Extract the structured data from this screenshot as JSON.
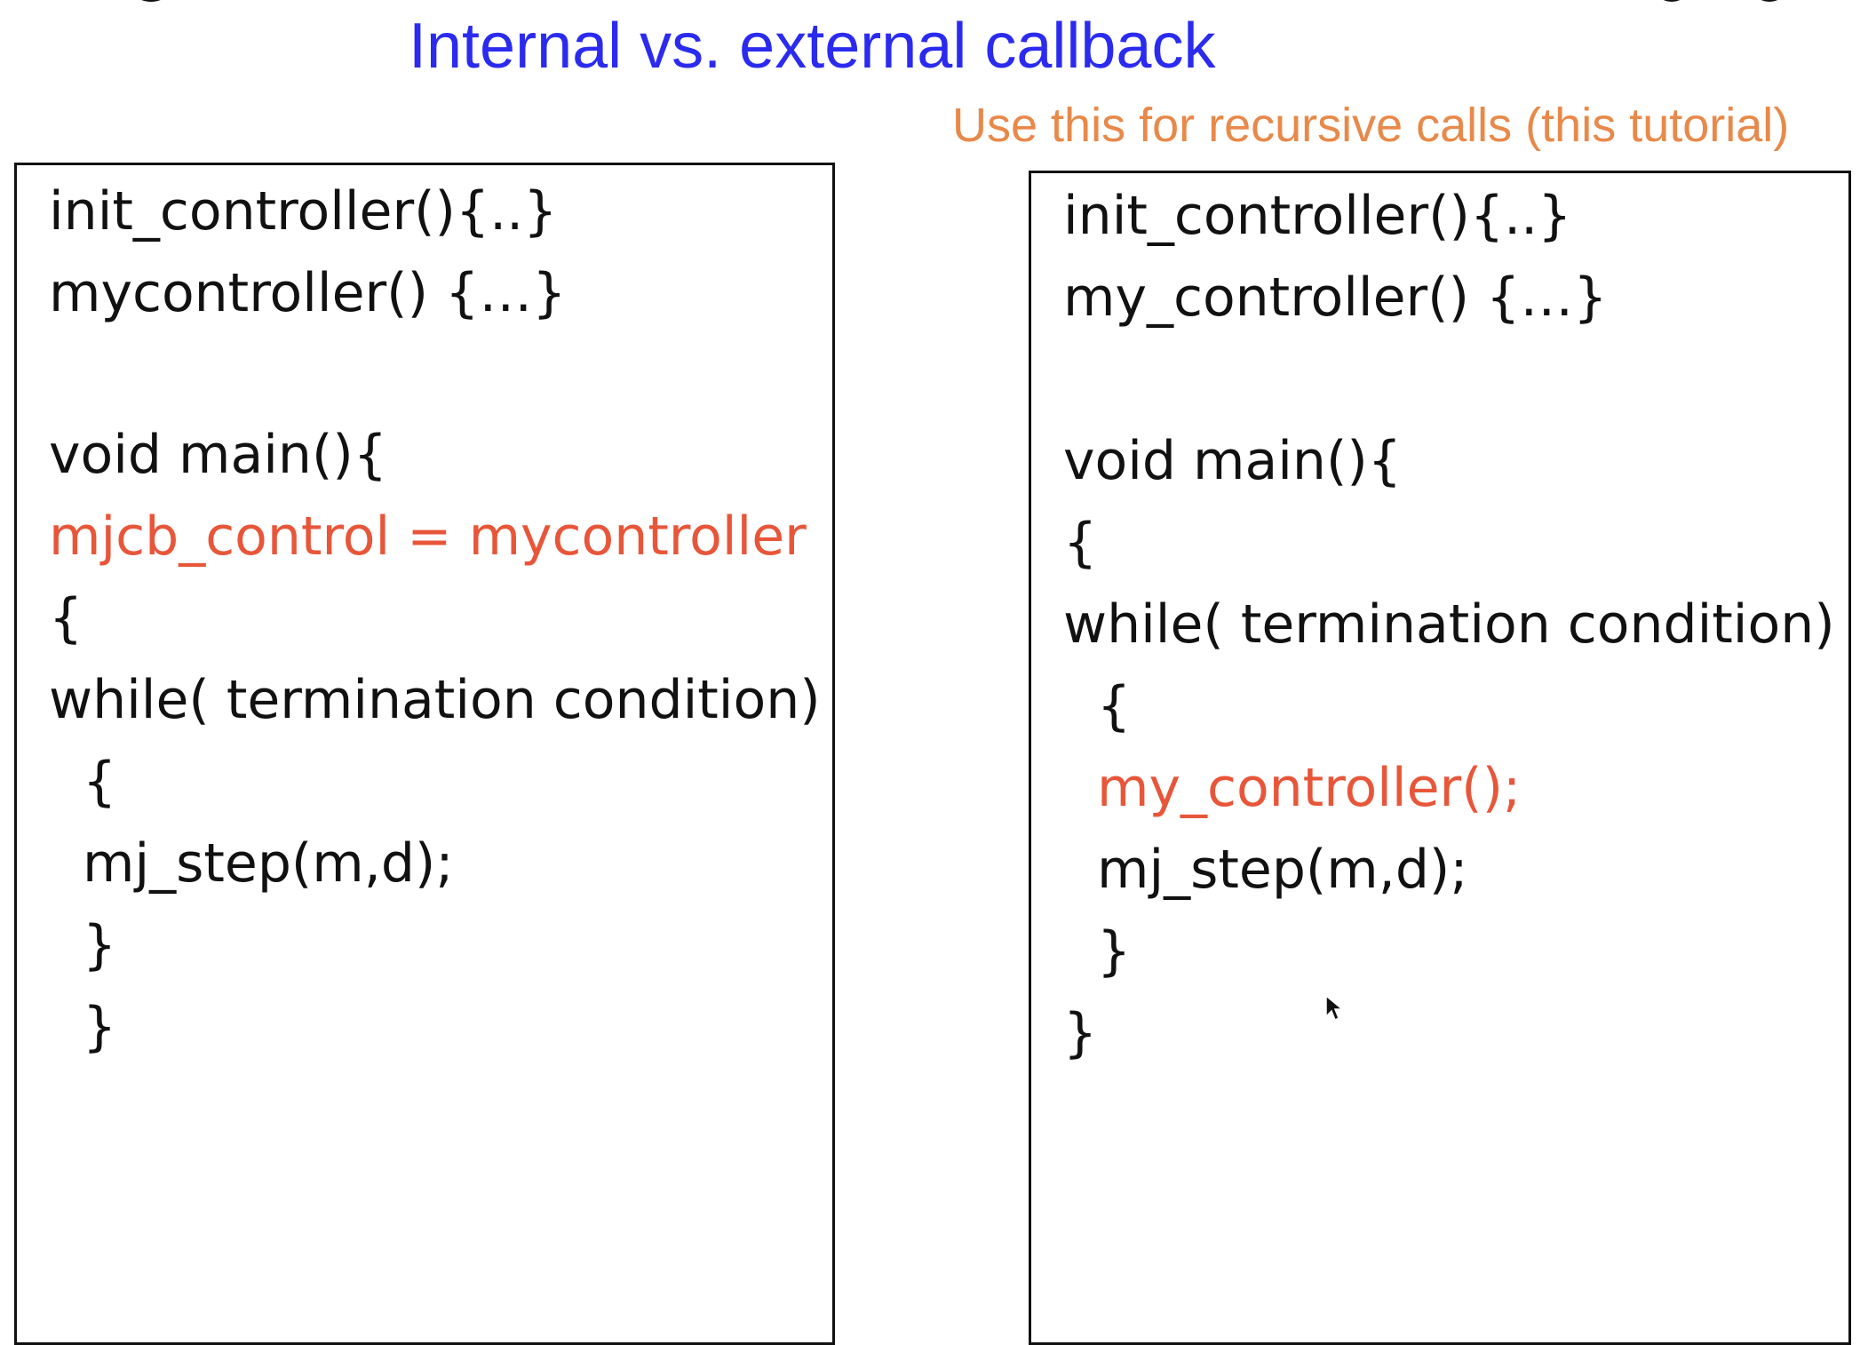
{
  "title": "Internal vs. external callback",
  "note": "Use this for recursive calls (this tutorial)",
  "colors": {
    "title": "#2b2bef",
    "note": "#e8894a",
    "highlight": "#e8563a",
    "text": "#111111",
    "border": "#111111"
  },
  "left_panel": {
    "lines": [
      "init_controller(){..}",
      "mycontroller() {…}",
      "void main(){",
      "mjcb_control = mycontroller",
      "{",
      "while( termination condition)",
      "{",
      "mj_step(m,d);",
      "}",
      "}"
    ]
  },
  "right_panel": {
    "lines": [
      "init_controller(){..}",
      "my_controller() {…}",
      "void main(){",
      "{",
      "while( termination condition)",
      "{",
      "my_controller();",
      "mj_step(m,d);",
      "}",
      "}"
    ]
  },
  "icons": {
    "cursor": "mouse-pointer-icon"
  }
}
